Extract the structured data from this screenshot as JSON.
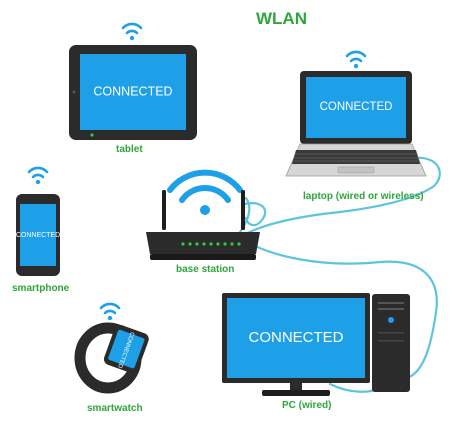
{
  "title": "WLAN",
  "screen_text": "CONNECTED",
  "devices": {
    "tablet": {
      "label": "tablet"
    },
    "laptop": {
      "label": "laptop (wired or wireless)"
    },
    "smartphone": {
      "label": "smartphone"
    },
    "base_station": {
      "label": "base station"
    },
    "smartwatch": {
      "label": "smartwatch"
    },
    "pc": {
      "label": "PC (wired)"
    }
  },
  "colors": {
    "title_and_labels": "#2fa53c",
    "screen": "#1ea0e8",
    "wifi_signal": "#1ea0e8",
    "cable": "#5ec4dc",
    "device_body": "#2b2b2b"
  },
  "icons": [
    "wifi-icon",
    "tablet-icon",
    "laptop-icon",
    "smartphone-icon",
    "router-icon",
    "smartwatch-icon",
    "monitor-icon",
    "pc-tower-icon"
  ]
}
